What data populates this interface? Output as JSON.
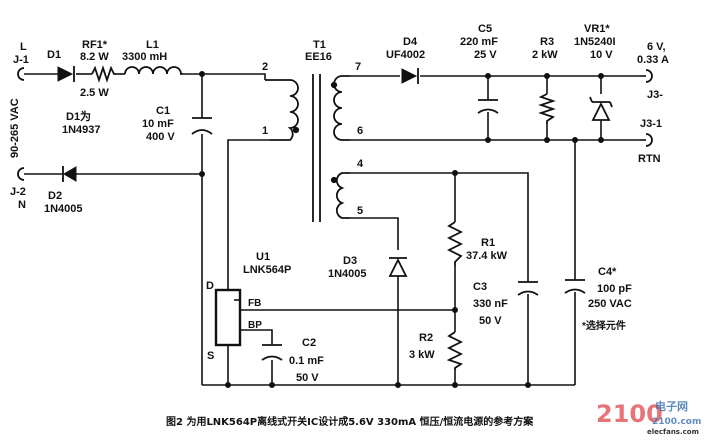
{
  "labels": {
    "l_input": "L",
    "j1": "J-1",
    "voltage": "90-265 VAC",
    "j2": "J-2",
    "n_input": "N",
    "d1": "D1",
    "rf1_name": "RF1*",
    "rf1_val": "8.2 W",
    "rf1_power": "2.5 W",
    "d1_note": "D1为",
    "d1_part": "1N4937",
    "l1_name": "L1",
    "l1_val": "3300 mH",
    "d2": "D2",
    "d2_part": "1N4005",
    "c1_name": "C1",
    "c1_val": "10 mF",
    "c1_volt": "400 V",
    "t1_name": "T1",
    "t1_core": "EE16",
    "pin2": "2",
    "pin1": "1",
    "pin7": "7",
    "pin6": "6",
    "pin4": "4",
    "pin5": "5",
    "d4_name": "D4",
    "d4_part": "UF4002",
    "c5_name": "C5",
    "c5_val": "220 mF",
    "c5_volt": "25 V",
    "r3_name": "R3",
    "r3_val": "2 kW",
    "vr1_name": "VR1*",
    "vr1_part": "1N5240I",
    "vr1_volt": "10 V",
    "out_v": "6 V,",
    "out_i": "0.33 A",
    "j3_minus": "J3-",
    "j3_1": "J3-1",
    "rtn": "RTN",
    "u1_name": "U1",
    "u1_part": "LNK564P",
    "pin_d": "D",
    "pin_fb": "FB",
    "pin_bp": "BP",
    "pin_s": "S",
    "c2_name": "C2",
    "c2_val": "0.1 mF",
    "c2_volt": "50 V",
    "d3_name": "D3",
    "d3_part": "1N4005",
    "r1_name": "R1",
    "r1_val": "37.4 kW",
    "c3_name": "C3",
    "c3_val": "330 nF",
    "c3_volt": "50 V",
    "r2_name": "R2",
    "r2_val": "3 kW",
    "c4_name": "C4*",
    "c4_val": "100 pF",
    "c4_volt": "250 VAC",
    "c4_note": "*选择元件"
  },
  "caption": "图2 为用LNK564P离线式开关IC设计成5.6V 330mA 恒压/恒流电源的参考方案",
  "watermark": {
    "brand_main": "2100",
    "brand_cn": "电子网",
    "site": "2100.com",
    "credit": "elecfans.com"
  },
  "colors": {
    "ink": "#111111",
    "watermark_red": "#e0474c",
    "watermark_blue": "#3a6fb0"
  }
}
